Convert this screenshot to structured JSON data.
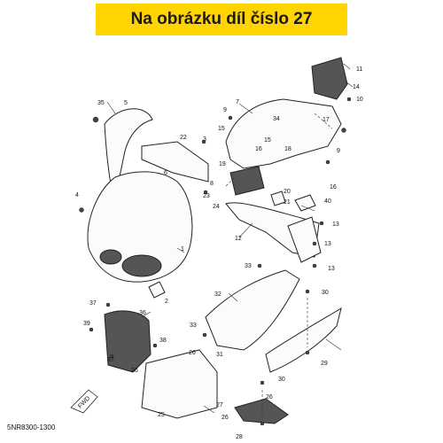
{
  "banner": {
    "text": "Na obrázku díl číslo 27",
    "color": "#ffd400"
  },
  "diagram_code": "5NR8300-1300",
  "fwd_label": "FWD",
  "callouts": [
    "1",
    "2",
    "3",
    "4",
    "5",
    "6",
    "7",
    "8",
    "9",
    "9",
    "10",
    "11",
    "12",
    "13",
    "13",
    "13",
    "14",
    "15",
    "15",
    "16",
    "16",
    "17",
    "18",
    "19",
    "20",
    "21",
    "22",
    "23",
    "24",
    "25",
    "26",
    "26",
    "26",
    "26",
    "27",
    "28",
    "29",
    "30",
    "30",
    "31",
    "32",
    "33",
    "33",
    "34",
    "35",
    "36",
    "37",
    "37",
    "38",
    "39",
    "40"
  ]
}
